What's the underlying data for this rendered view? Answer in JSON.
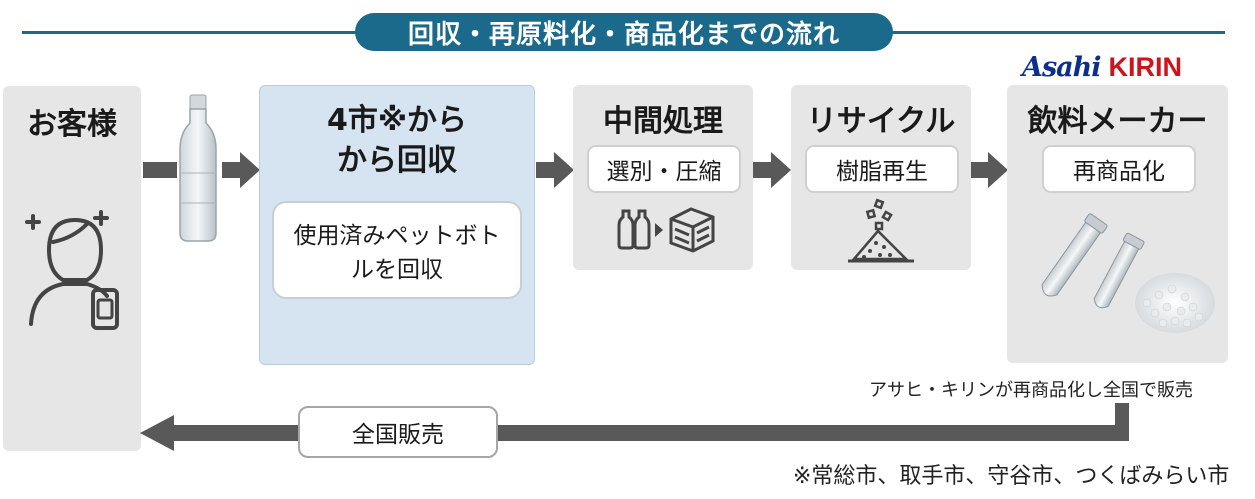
{
  "title": "回収・再原料化・商品化までの流れ",
  "logo": {
    "part1": "Asahi",
    "part2": "KIRIN"
  },
  "steps": {
    "customer": {
      "title": "お客様"
    },
    "collect": {
      "title_line1": "4市※から",
      "title_line2": "から回収",
      "desc_line1": "使用済みペットボト",
      "desc_line2": "ルを回収"
    },
    "processing": {
      "title": "中間処理",
      "sub": "選別・圧縮"
    },
    "recycle": {
      "title": "リサイクル",
      "sub": "樹脂再生"
    },
    "maker": {
      "title": "飲料メーカー",
      "sub": "再商品化"
    }
  },
  "return_label": "全国販売",
  "notes": {
    "maker_note": "アサヒ・キリンが再商品化し全国で販売",
    "footnote": "※常総市、取手市、守谷市、つくばみらい市"
  },
  "colors": {
    "title_bar": "#1b6a8c",
    "panel": "#e6e6e6",
    "panel_blue": "#d6e3f0",
    "arrow": "#595959"
  }
}
